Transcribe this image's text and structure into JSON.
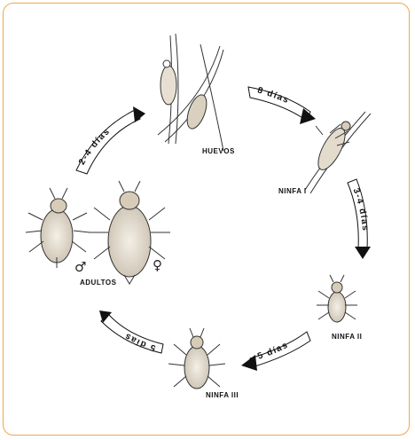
{
  "stages": {
    "huevos": "HUEVOS",
    "ninfa1": "NINFA I",
    "ninfa2": "NINFA II",
    "ninfa3": "NINFA III",
    "adultos": "ADULTOS"
  },
  "arrows": {
    "a1": "8 días",
    "a2": "3-4 días",
    "a3": "5 días",
    "a4": "5 días",
    "a5": "2-4 días"
  },
  "symbols": {
    "male": "♂",
    "female": "♀"
  },
  "colors": {
    "frame": "#f0a64a",
    "arrow": "#111111",
    "ink": "#333333"
  }
}
